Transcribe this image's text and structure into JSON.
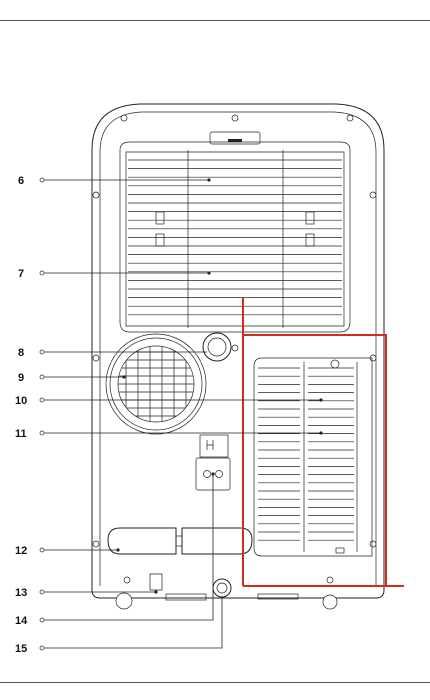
{
  "diagram": {
    "callouts": [
      {
        "number": "6"
      },
      {
        "number": "7"
      },
      {
        "number": "8"
      },
      {
        "number": "9"
      },
      {
        "number": "10"
      },
      {
        "number": "11"
      },
      {
        "number": "12"
      },
      {
        "number": "13"
      },
      {
        "number": "14"
      },
      {
        "number": "15"
      }
    ],
    "colors": {
      "line": "#222222",
      "highlight": "#d42c1c",
      "background": "#ffffff"
    }
  }
}
